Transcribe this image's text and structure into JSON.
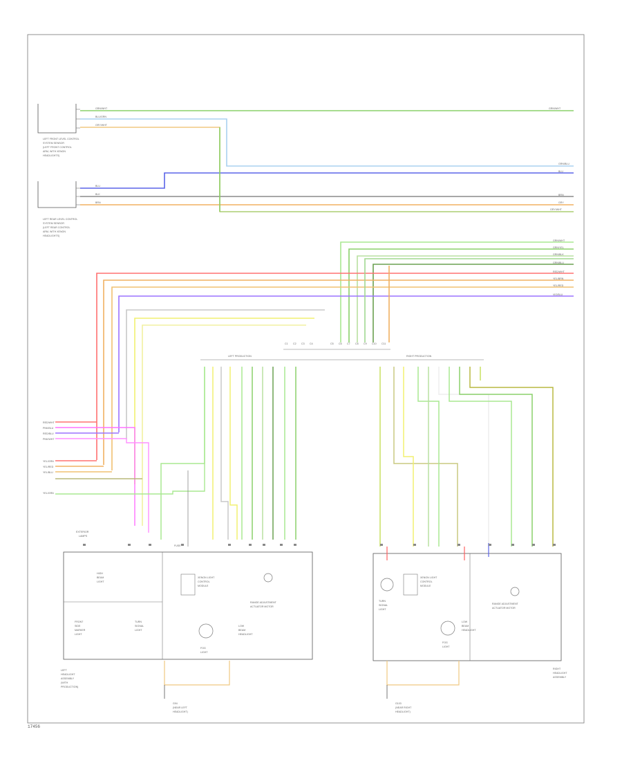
{
  "diagram": {
    "footer_code": "17456",
    "components": {
      "lf_sensor": [
        "LEFT FRONT LEVEL CONTROL",
        "SYSTEM SENSOR",
        "(LEFT FRONT CONTROL",
        "ARM, WITH XENON",
        "HEADLIGHTS)"
      ],
      "lr_sensor": [
        "LEFT REAR LEVEL CONTROL",
        "SYSTEM SENSOR",
        "(LEFT REAR CONTROL",
        "ARM, WITH XENON",
        "HEADLIGHTS)"
      ],
      "left_headlight": [
        "LEFT",
        "HEADLIGHT",
        "ASSEMBLY",
        "(WITH",
        "PRODUCTION)"
      ],
      "right_headlight": [
        "RIGHT",
        "HEADLIGHT",
        "ASSEMBLY"
      ],
      "left_ground": [
        "G94",
        "(NEAR LEFT",
        "HEADLIGHT)"
      ],
      "right_ground": [
        "G103",
        "(NEAR RIGHT",
        "HEADLIGHT)"
      ],
      "left_connector": "LEFT PRODUCTION",
      "right_connector": "RIGHT PRODUCTION",
      "range_motor_left": [
        "RANGE ADJUSTMENT",
        "ACTUATOR MOTOR"
      ],
      "range_motor_right": [
        "RANGE ADJUSTMENT",
        "ACTUATOR MOTOR"
      ],
      "left_lamp": [
        "HIGH",
        "BEAM",
        "LIGHT"
      ],
      "left_fog": [
        "FOG",
        "LIGHT"
      ],
      "left_turn": [
        "TURN",
        "SIGNAL",
        "LIGHT"
      ],
      "left_front_marker": [
        "FRONT",
        "SIDE",
        "MARKER",
        "LIGHT"
      ],
      "left_low_beam": [
        "LOW",
        "BEAM",
        "HEADLIGHT"
      ],
      "right_low_beam": [
        "LOW",
        "BEAM",
        "HEADLIGHT"
      ],
      "right_turn": [
        "TURN",
        "SIGNAL",
        "LIGHT"
      ],
      "right_fog": [
        "FOG",
        "LIGHT"
      ],
      "ballast_left": [
        "XENON LIGHT",
        "CONTROL",
        "MODULE"
      ],
      "ballast_right": [
        "XENON LIGHT",
        "CONTROL",
        "MODULE"
      ],
      "ext_lamps": [
        "EXTERIOR",
        "LAMPS"
      ],
      "fuse_label": "FUSE"
    },
    "wires": {
      "lf1": "GRN/WHT",
      "lf2": "BLU/GRN",
      "lf3": "GRY/WHT",
      "lr1": "BLU",
      "lr2": "BLK",
      "lr3": "BRN",
      "r_top": "GRN/WHT",
      "r_b1": "GRN/BLU",
      "r_b2": "BLU",
      "r_c1": "BRN",
      "r_c2": "GRY",
      "r_c3": "GRY/WHT",
      "r_d1": "GRN/WHT",
      "r_d2": "GRN/YEL",
      "r_d3": "GRN/BLK",
      "r_d4": "GRN/BLU",
      "r_e1": "RED/WHT",
      "r_e2": "YEL/BRN",
      "r_e3": "YEL/RED",
      "r_e4": "VIO/BLU",
      "l_w1": "RED/WHT",
      "l_w2": "PNK/BLU",
      "l_w3": "RED/BLU",
      "l_w4": "PNK/WHT",
      "l_w5": "YEL/GRN",
      "l_w6": "YEL/RED",
      "l_w7": "YEL/BLU",
      "l_w8": "YEL/GRN"
    }
  },
  "colors": {
    "green_wire": "#8ad06a",
    "blue_wire": "#5a64e8",
    "gray_wire": "#8a8a8a",
    "orange_wire": "#f0b060",
    "red_wire": "#ff6060",
    "pink_wire": "#ff70ff",
    "violet_wire": "#9a72ff",
    "yellow_wire": "#f2f070",
    "olive_wire": "#b8b87a"
  }
}
